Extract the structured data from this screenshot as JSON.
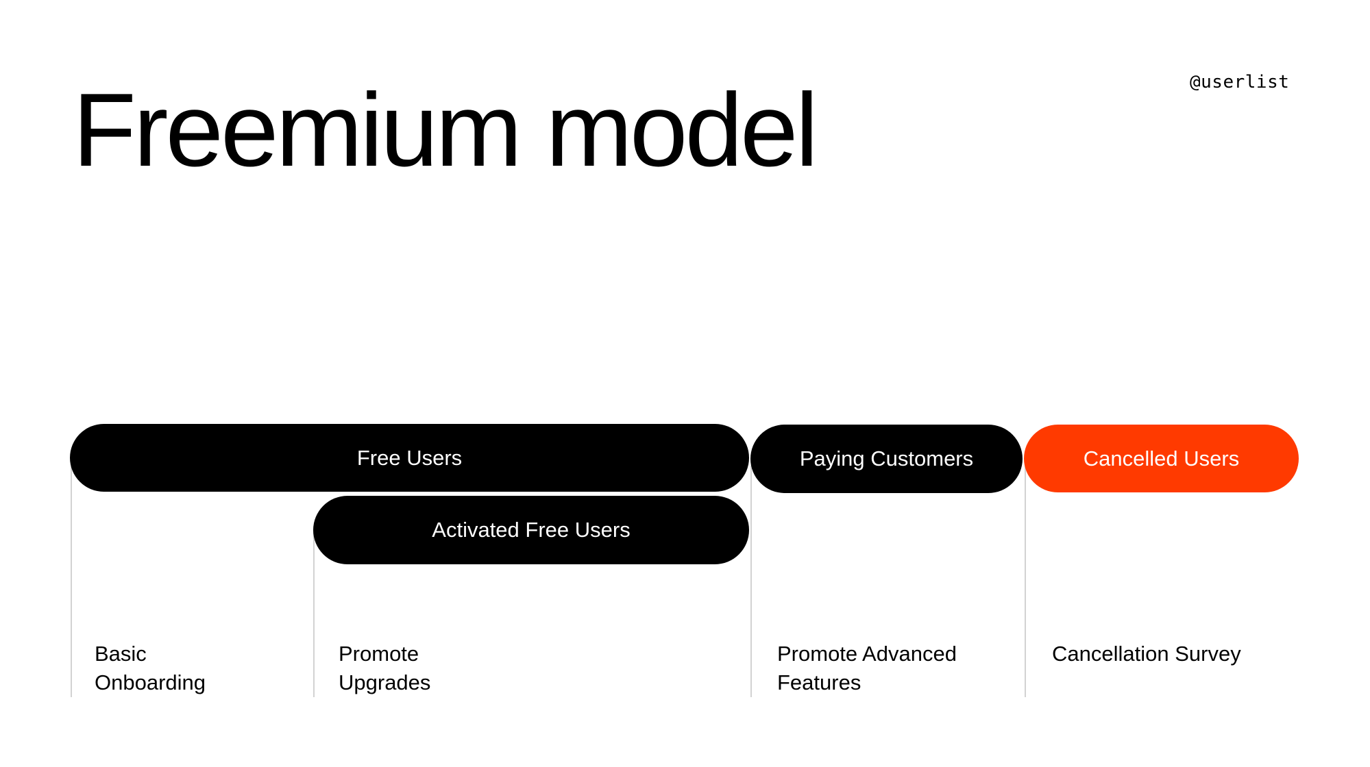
{
  "header": {
    "title": "Freemium model",
    "handle": "@userlist"
  },
  "stages": [
    {
      "label": "Free Users",
      "color": "#000000"
    },
    {
      "label": "Activated Free Users",
      "color": "#000000"
    },
    {
      "label": "Paying Customers",
      "color": "#000000"
    },
    {
      "label": "Cancelled Users",
      "color": "#ff3a00"
    }
  ],
  "actions": [
    {
      "line1": "Basic",
      "line2": "Onboarding"
    },
    {
      "line1": "Promote",
      "line2": "Upgrades"
    },
    {
      "line1": "Promote Advanced",
      "line2": "Features"
    },
    {
      "line1": "Cancellation Survey",
      "line2": ""
    }
  ]
}
